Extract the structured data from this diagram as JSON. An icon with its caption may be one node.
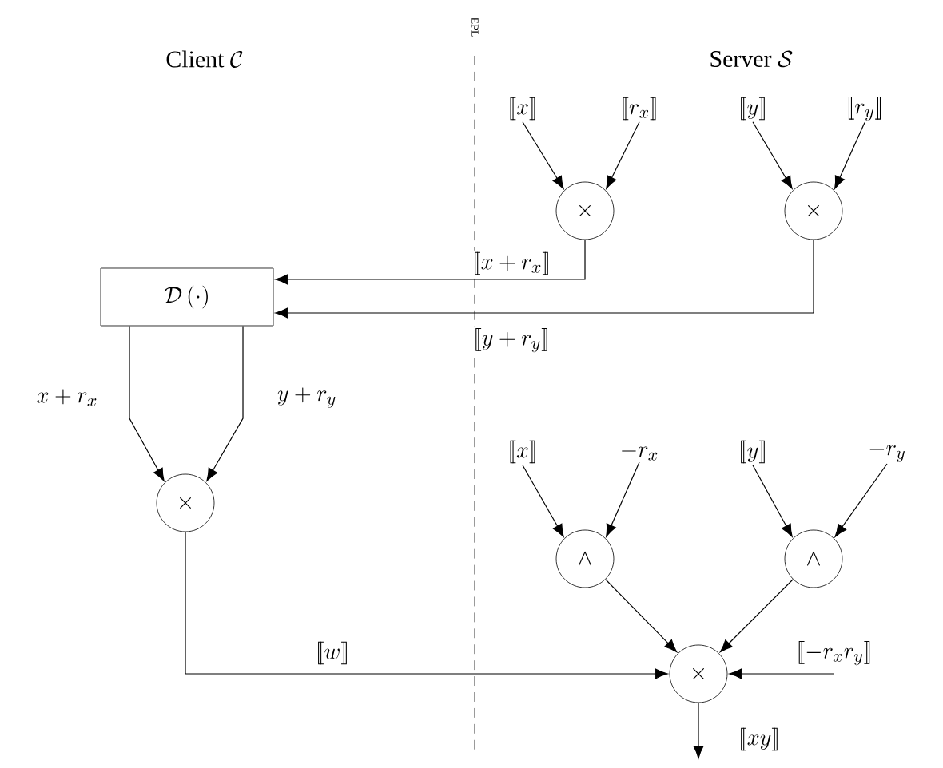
{
  "diagram": {
    "nodes": [
      {
        "text": [
          "[\\![x]\\!]"
        ]
      },
      {
        "text": [
          "[\\![r_x]\\!]"
        ]
      },
      {
        "text": [
          "[\\![y]\\!]"
        ]
      },
      {
        "text": [
          "[\\![r_y]\\!]"
        ]
      },
      {
        "text": [
          "\\times"
        ]
      },
      {
        "text": [
          "\\times"
        ]
      },
      {
        "text": [
          "\\mathcal{D}\\left(\\cdot\\right)"
        ]
      },
      {
        "text": [
          "\\times"
        ]
      },
      {
        "text": [
          "[\\![x]\\!]"
        ]
      },
      {
        "text": [
          "-r_x"
        ]
      },
      {
        "text": [
          "[\\![y]\\!]"
        ]
      },
      {
        "text": [
          "-r_y"
        ]
      },
      {
        "text": [
          "\\wedge"
        ]
      },
      {
        "text": [
          "\\wedge"
        ]
      },
      {
        "text": [
          "\\times"
        ]
      },
      {
        "text": [
          "[\\![-r_x r_y]\\!]"
        ]
      }
    ],
    "edges": [
      {
        "from": 0,
        "to": 4,
        "arrow": "to"
      },
      {
        "from": 1,
        "to": 4,
        "arrow": "to"
      },
      {
        "from": 2,
        "to": 5,
        "arrow": "to"
      },
      {
        "from": 3,
        "to": 5,
        "arrow": "to"
      },
      {
        "from": 4,
        "to": 6,
        "arrow": "to",
        "label": "[\\![x+r_x]\\!]"
      },
      {
        "from": 5,
        "to": 6,
        "arrow": "to",
        "label": "[\\![y+r_y]\\!]"
      },
      {
        "from": 6,
        "to": 7,
        "arrow": "to",
        "label": "x+r_x"
      },
      {
        "from": 6,
        "to": 7,
        "arrow": "to",
        "label": "y+r_y"
      },
      {
        "from": 7,
        "to": 14,
        "arrow": "to",
        "label": "[\\![w]\\!]"
      },
      {
        "from": 8,
        "to": 12,
        "arrow": "to"
      },
      {
        "from": 9,
        "to": 12,
        "arrow": "to"
      },
      {
        "from": 10,
        "to": 13,
        "arrow": "to"
      },
      {
        "from": 11,
        "to": 13,
        "arrow": "to"
      },
      {
        "from": 12,
        "to": 14,
        "arrow": "to"
      },
      {
        "from": 13,
        "to": 14,
        "arrow": "to"
      },
      {
        "from": 15,
        "to": 14,
        "arrow": "to"
      },
      {
        "from": 14,
        "to": null,
        "arrow": "to",
        "label": "[\\![xy]\\!]"
      }
    ],
    "labels": [
      "\\text{Client }\\mathcal{C}",
      "EPL",
      "\\text{Server }\\mathcal{S}"
    ]
  }
}
